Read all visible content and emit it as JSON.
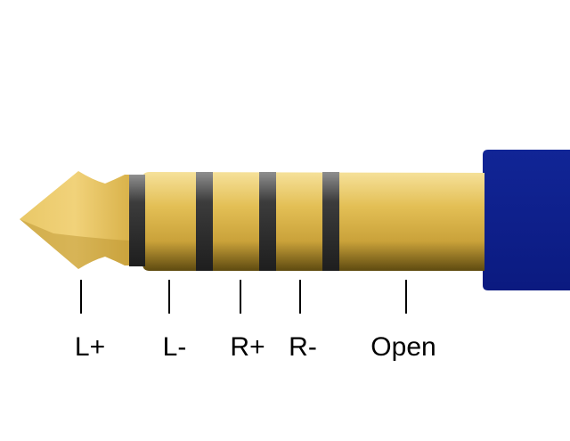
{
  "contacts": [
    {
      "label": "L+"
    },
    {
      "label": "L-"
    },
    {
      "label": "R+"
    },
    {
      "label": "R-"
    },
    {
      "label": "Open"
    }
  ],
  "colors": {
    "gold_light": "#f3d87a",
    "gold_mid": "#d8b242",
    "gold_dark": "#6f5714",
    "insulator": "#2a2a2a",
    "insulator_light": "#8a8a8a",
    "cable": "#0f1f8f",
    "leader": "#000000"
  }
}
